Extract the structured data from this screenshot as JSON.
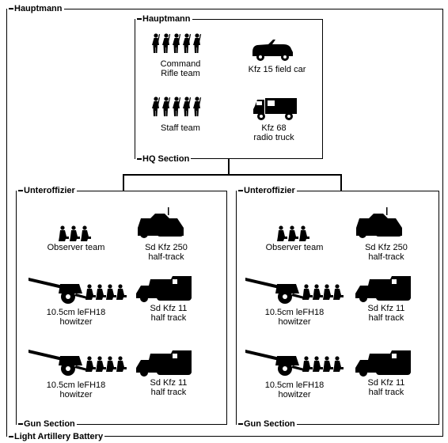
{
  "outer": {
    "title": "Hauptmann",
    "footer": "Light Artillery Battery"
  },
  "hq": {
    "title": "Hauptmann",
    "footer": "HQ Section",
    "units": [
      {
        "label": "Command\nRifle team"
      },
      {
        "label": "Kfz 15 field car"
      },
      {
        "label": "Staff team"
      },
      {
        "label": "Kfz 68\nradio truck"
      }
    ]
  },
  "guns_left": {
    "title": "Unteroffizier",
    "footer": "Gun Section",
    "units": [
      {
        "label": "Observer team"
      },
      {
        "label": "Sd Kfz 250\nhalf-track"
      },
      {
        "label": "10.5cm leFH18\nhowitzer"
      },
      {
        "label": "Sd Kfz 11\nhalf track"
      },
      {
        "label": "10.5cm leFH18\nhowitzer"
      },
      {
        "label": "Sd Kfz 11\nhalf track"
      }
    ]
  },
  "guns_right": {
    "title": "Unteroffizier",
    "footer": "Gun Section",
    "units": [
      {
        "label": "Observer team"
      },
      {
        "label": "Sd Kfz 250\nhalf-track"
      },
      {
        "label": "10.5cm leFH18\nhowitzer"
      },
      {
        "label": "Sd Kfz 11\nhalf track"
      },
      {
        "label": "10.5cm leFH18\nhowitzer"
      },
      {
        "label": "Sd Kfz 11\nhalf track"
      }
    ]
  }
}
